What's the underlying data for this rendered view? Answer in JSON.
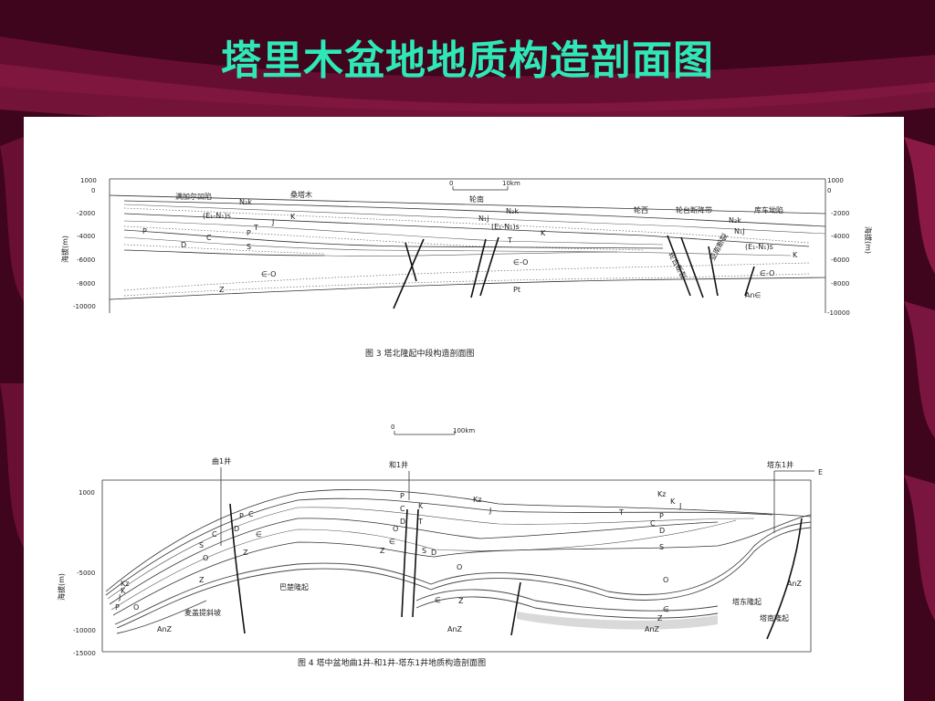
{
  "slide": {
    "title": "塔里木盆地地质构造剖面图",
    "colors": {
      "background": "#4a0722",
      "title": "#2ee8b8",
      "wave": "#8a1a45",
      "panel": "#ffffff"
    }
  },
  "fig1": {
    "caption": "图 3   塔北隆起中段构造剖面图",
    "scale_labels": [
      "0",
      "10km"
    ],
    "y_ticks_left": [
      "1000",
      "0",
      "-2000",
      "-4000",
      "-6000",
      "-8000",
      "-10000"
    ],
    "y_ticks_right": [
      "1000",
      "0",
      "-2000",
      "-4000",
      "-6000",
      "-8000",
      "-10000"
    ],
    "axis_label_left": "海拔(m)",
    "axis_label_right": "海拔(m)",
    "places": [
      "满加尔凹陷",
      "桑塔木",
      "轮南",
      "轮西",
      "轮台断降带",
      "库车坳陷"
    ],
    "faults": [
      "轮台断裂",
      "亚南断裂"
    ],
    "strata": [
      "N₂k",
      "N₁j",
      "(E₁-N₁)s",
      "K",
      "J",
      "T",
      "P",
      "C",
      "D",
      "S",
      "∈-O",
      "Z",
      "Pt",
      "An∈"
    ]
  },
  "fig2": {
    "caption": "图 4   塔中盆地曲1井-和1井-塔东1井地质构造剖面图",
    "scale_labels": [
      "0",
      "100km"
    ],
    "wells": [
      "曲1井",
      "和1井",
      "塔东1井"
    ],
    "direction": "E",
    "y_ticks": [
      "1000",
      "-5000",
      "-10000",
      "-15000"
    ],
    "axis_label": "海拔(m)",
    "places": [
      "巴楚隆起",
      "麦盖提斜坡",
      "塔东隆起",
      "塔南隆起"
    ],
    "strata": [
      "Kz",
      "K",
      "J",
      "T",
      "P",
      "C",
      "D",
      "S",
      "O",
      "∈",
      "Z",
      "AnZ"
    ]
  }
}
